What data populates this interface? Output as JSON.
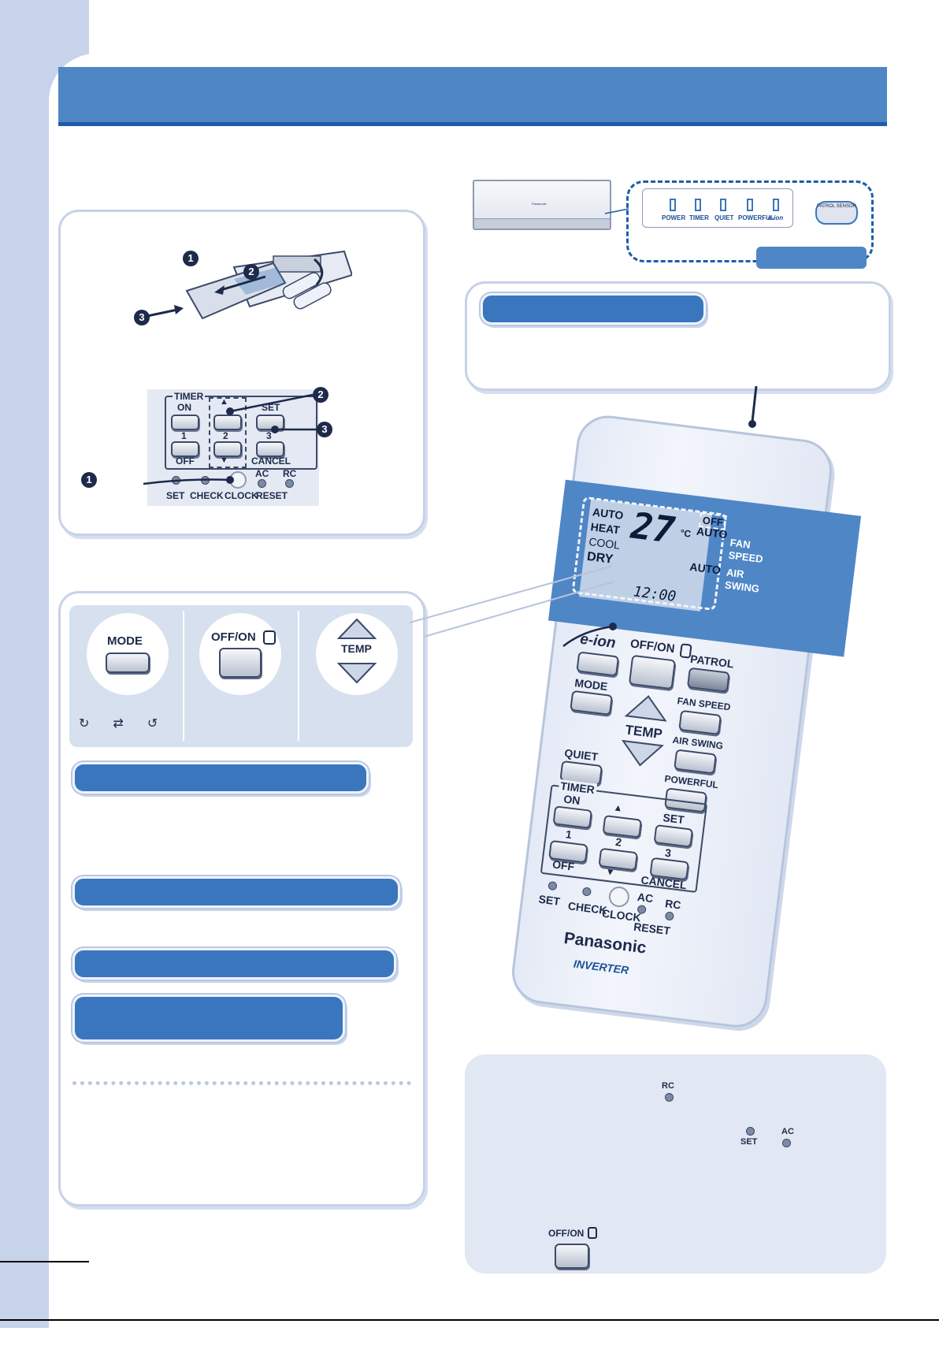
{
  "header": {
    "title": ""
  },
  "battery_diagram": {
    "callouts": [
      "1",
      "2",
      "3"
    ]
  },
  "timer_panel": {
    "timer_label": "TIMER",
    "on_label": "ON",
    "one_label": "1",
    "off_label": "OFF",
    "two_label": "2",
    "set_label": "SET",
    "three_label": "3",
    "cancel_label": "CANCEL",
    "set_led": "SET",
    "check_led": "CHECK",
    "clock_label": "CLOCK",
    "ac_label": "AC",
    "rc_label": "RC",
    "reset_label": "RESET",
    "callouts": [
      "1",
      "2",
      "3"
    ]
  },
  "indoor_unit": {
    "brand_mini": "Panasonic",
    "indicators": [
      "POWER",
      "TIMER",
      "QUIET",
      "POWERFUL",
      "e-ion"
    ],
    "patrol_sensor": "PATROL SENSOR"
  },
  "buttons_panel": {
    "mode_label": "MODE",
    "offon_label": "OFF/ON",
    "temp_label": "TEMP"
  },
  "remote": {
    "lcd": {
      "modes": [
        "AUTO",
        "HEAT",
        "COOL",
        "DRY"
      ],
      "temp_digits": "27",
      "temp_unit": "°C",
      "off_label": "OFF",
      "fan_auto": "AUTO",
      "fan_speed": "FAN SPEED",
      "swing_auto": "AUTO",
      "air_swing": "AIR SWING",
      "time": "12:00"
    },
    "buttons": {
      "eion": "e-ion",
      "offon": "OFF/ON",
      "patrol": "PATROL",
      "mode": "MODE",
      "fan_speed": "FAN SPEED",
      "temp": "TEMP",
      "air_swing": "AIR SWING",
      "quiet": "QUIET",
      "powerful": "POWERFUL",
      "timer": "TIMER",
      "on": "ON",
      "one": "1",
      "off": "OFF",
      "two": "2",
      "set": "SET",
      "three": "3",
      "cancel": "CANCEL"
    },
    "bottom": {
      "set": "SET",
      "check": "CHECK",
      "clock": "CLOCK",
      "ac": "AC",
      "rc": "RC",
      "reset": "RESET"
    },
    "brand": "Panasonic",
    "inverter": "INVERTER"
  },
  "note_box": {
    "rc": "RC",
    "set": "SET",
    "ac": "AC",
    "offon": "OFF/ON"
  }
}
